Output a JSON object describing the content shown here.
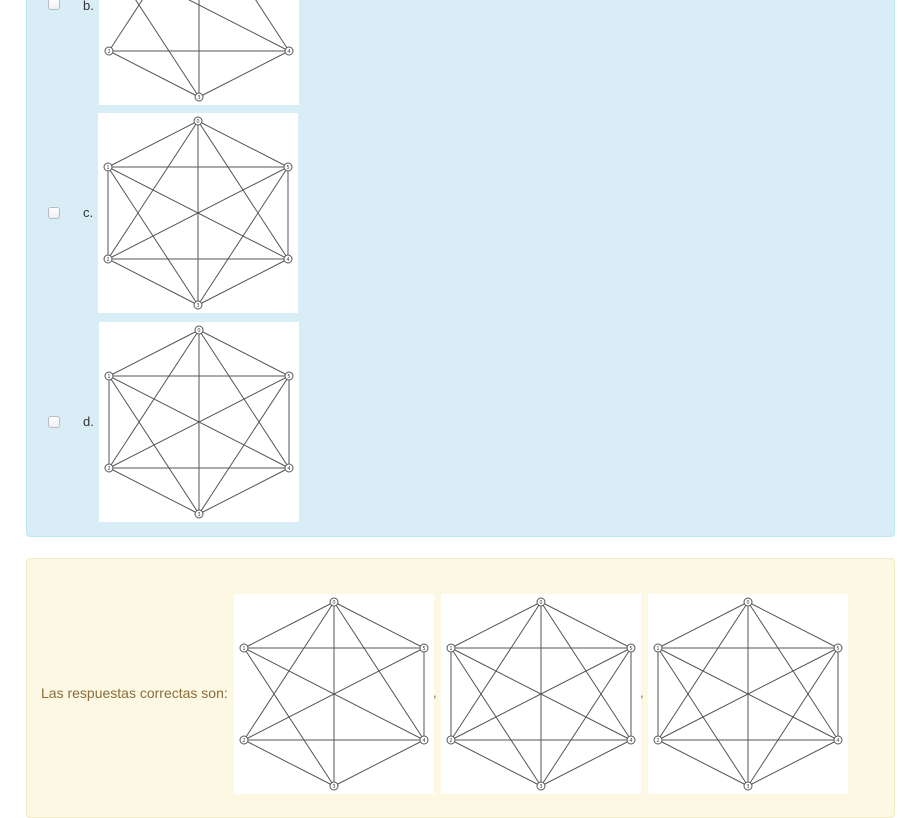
{
  "question": {
    "options": [
      {
        "label": "b.",
        "edges": [
          [
            0,
            3
          ],
          [
            1,
            4
          ],
          [
            2,
            3
          ],
          [
            2,
            4
          ],
          [
            3,
            4
          ],
          [
            1,
            3
          ],
          [
            0,
            2
          ],
          [
            1,
            5
          ],
          [
            0,
            4
          ]
        ]
      },
      {
        "label": "c.",
        "edges": [
          [
            0,
            1
          ],
          [
            0,
            2
          ],
          [
            0,
            3
          ],
          [
            0,
            4
          ],
          [
            0,
            5
          ],
          [
            1,
            2
          ],
          [
            1,
            3
          ],
          [
            1,
            4
          ],
          [
            1,
            5
          ],
          [
            2,
            3
          ],
          [
            2,
            4
          ],
          [
            2,
            5
          ],
          [
            3,
            4
          ],
          [
            3,
            5
          ],
          [
            4,
            5
          ]
        ]
      },
      {
        "label": "d.",
        "edges": [
          [
            0,
            1
          ],
          [
            0,
            2
          ],
          [
            0,
            3
          ],
          [
            0,
            4
          ],
          [
            0,
            5
          ],
          [
            1,
            2
          ],
          [
            1,
            3
          ],
          [
            1,
            4
          ],
          [
            1,
            5
          ],
          [
            2,
            3
          ],
          [
            2,
            4
          ],
          [
            2,
            5
          ],
          [
            3,
            4
          ],
          [
            3,
            5
          ],
          [
            4,
            5
          ]
        ]
      }
    ]
  },
  "answer": {
    "label": "Las respuestas correctas son:",
    "separator": ",",
    "graphs": [
      {
        "edges": [
          [
            0,
            1
          ],
          [
            0,
            2
          ],
          [
            0,
            3
          ],
          [
            0,
            4
          ],
          [
            0,
            5
          ],
          [
            1,
            3
          ],
          [
            1,
            4
          ],
          [
            1,
            5
          ],
          [
            2,
            3
          ],
          [
            2,
            4
          ],
          [
            2,
            5
          ],
          [
            3,
            4
          ],
          [
            4,
            5
          ]
        ]
      },
      {
        "edges": [
          [
            0,
            1
          ],
          [
            0,
            2
          ],
          [
            0,
            3
          ],
          [
            0,
            4
          ],
          [
            0,
            5
          ],
          [
            1,
            2
          ],
          [
            1,
            3
          ],
          [
            1,
            4
          ],
          [
            1,
            5
          ],
          [
            2,
            3
          ],
          [
            2,
            4
          ],
          [
            2,
            5
          ],
          [
            3,
            4
          ],
          [
            3,
            5
          ],
          [
            4,
            5
          ]
        ]
      },
      {
        "edges": [
          [
            0,
            1
          ],
          [
            0,
            2
          ],
          [
            0,
            3
          ],
          [
            0,
            4
          ],
          [
            0,
            5
          ],
          [
            1,
            2
          ],
          [
            1,
            3
          ],
          [
            1,
            4
          ],
          [
            1,
            5
          ],
          [
            2,
            3
          ],
          [
            2,
            4
          ],
          [
            2,
            5
          ],
          [
            3,
            4
          ],
          [
            3,
            5
          ],
          [
            4,
            5
          ]
        ]
      }
    ]
  },
  "node_labels": [
    "0",
    "1",
    "2",
    "3",
    "4",
    "5"
  ]
}
